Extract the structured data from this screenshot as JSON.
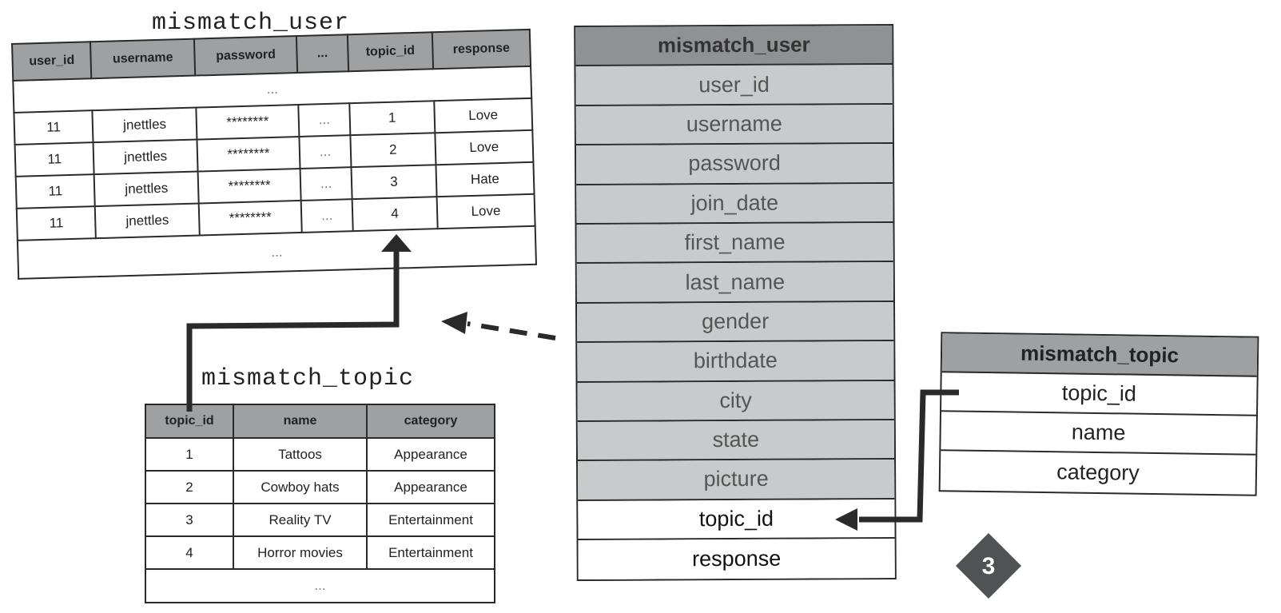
{
  "user_table": {
    "title": "mismatch_user",
    "columns": [
      "user_id",
      "username",
      "password",
      "...",
      "topic_id",
      "response"
    ],
    "top_ellipsis": "...",
    "rows": [
      [
        "11",
        "jnettles",
        "********",
        "...",
        "1",
        "Love"
      ],
      [
        "11",
        "jnettles",
        "********",
        "...",
        "2",
        "Love"
      ],
      [
        "11",
        "jnettles",
        "********",
        "...",
        "3",
        "Hate"
      ],
      [
        "11",
        "jnettles",
        "********",
        "...",
        "4",
        "Love"
      ]
    ],
    "bottom_ellipsis": "..."
  },
  "topic_table": {
    "title": "mismatch_topic",
    "columns": [
      "topic_id",
      "name",
      "category"
    ],
    "rows": [
      [
        "1",
        "Tattoos",
        "Appearance"
      ],
      [
        "2",
        "Cowboy hats",
        "Appearance"
      ],
      [
        "3",
        "Reality TV",
        "Entertainment"
      ],
      [
        "4",
        "Horror movies",
        "Entertainment"
      ]
    ],
    "bottom_ellipsis": "..."
  },
  "user_schema": {
    "title": "mismatch_user",
    "fields": [
      "user_id",
      "username",
      "password",
      "join_date",
      "first_name",
      "last_name",
      "gender",
      "birthdate",
      "city",
      "state",
      "picture",
      "topic_id",
      "response"
    ]
  },
  "topic_schema": {
    "title": "mismatch_topic",
    "fields": [
      "topic_id",
      "name",
      "category"
    ]
  },
  "badge": {
    "label": "3"
  },
  "colors": {
    "header_gray": "#9ea0a2",
    "shaded_gray": "#c9cacb",
    "line": "#2a2a2a"
  }
}
